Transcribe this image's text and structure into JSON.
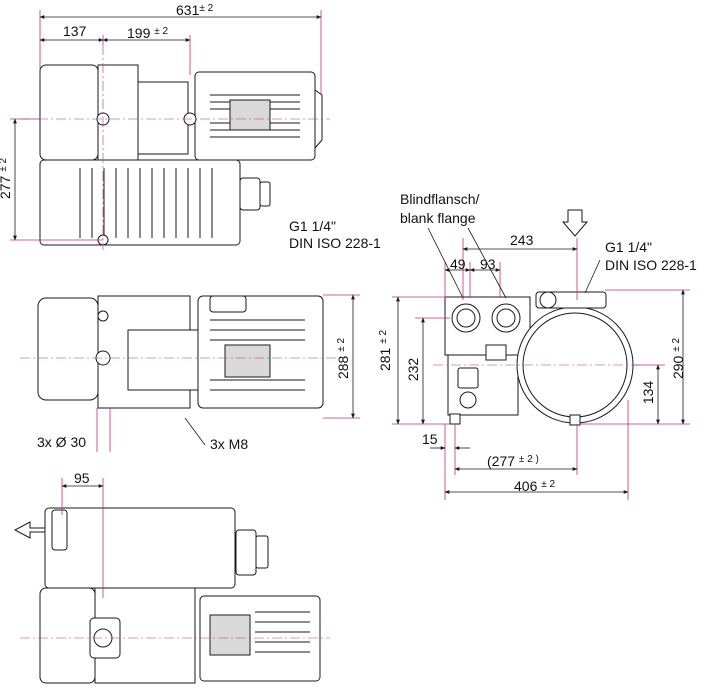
{
  "dimensions": {
    "overall_length": {
      "value": "631",
      "tol": "± 2"
    },
    "motor_side_offset": {
      "value": "137"
    },
    "foot_span": {
      "value": "199",
      "tol": "± 2"
    },
    "height_top_view": {
      "value": "277",
      "tol": "± 2"
    },
    "height_side": {
      "value": "288",
      "tol": "± 2"
    },
    "foot_hole": {
      "text": "3x Ø 30"
    },
    "foot_thread": {
      "text": "3x M8"
    },
    "exhaust_offset": {
      "value": "95"
    },
    "inlet_to_flange": {
      "value": "243"
    },
    "flange_a": {
      "value": "49"
    },
    "flange_b": {
      "value": "93"
    },
    "front_height_total": {
      "value": "281",
      "tol": "± 2"
    },
    "front_height_inner": {
      "value": "232"
    },
    "front_height_right": {
      "value": "290",
      "tol": "± 2"
    },
    "front_center_height": {
      "value": "134"
    },
    "foot_offset_front": {
      "value": "15"
    },
    "front_foot_span": {
      "value": "(277",
      "tol": "± 2 )"
    },
    "front_width_total": {
      "value": "406",
      "tol": "± 2"
    }
  },
  "callouts": {
    "blind_flange_de": "Blindflansch/",
    "blind_flange_en": "blank flange",
    "port_left_thread": "G1 1/4\"",
    "port_left_std": "DIN ISO 228-1",
    "port_right_thread": "G1 1/4\"",
    "port_right_std": "DIN ISO 228-1"
  },
  "colors": {
    "line": "#1a1a1a",
    "dimension": "#c0307a",
    "fill": "#ffffff",
    "shade": "#d9d9d9"
  },
  "icons": {
    "inlet_arrow": "arrow-down-icon",
    "exhaust_arrow": "arrow-left-icon"
  }
}
